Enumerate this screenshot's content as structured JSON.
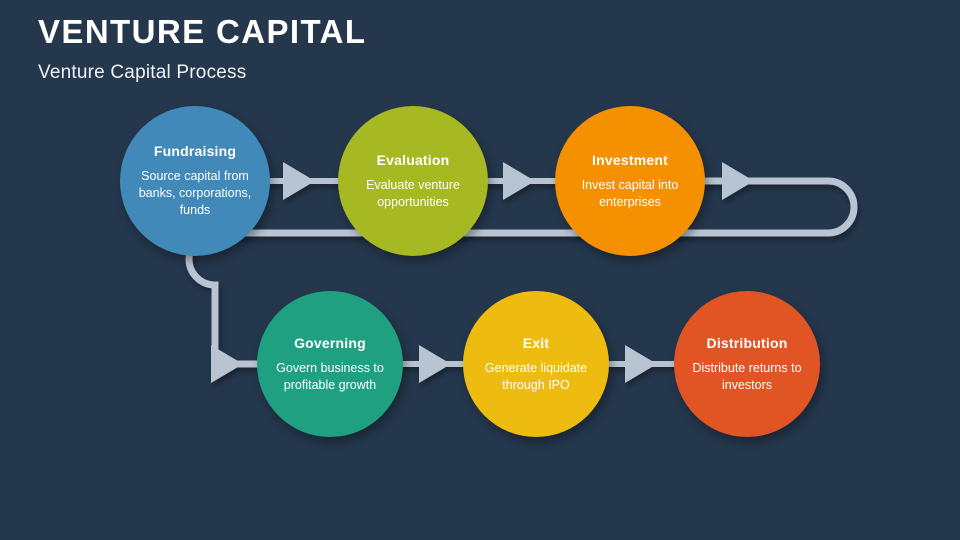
{
  "header": {
    "title": "VENTURE CAPITAL",
    "subtitle": "Venture Capital Process"
  },
  "theme": {
    "background": "#25374d",
    "title_color": "#ffffff",
    "connector_color": "#b8c4d2",
    "node_text_color": "#ffffff"
  },
  "diagram": {
    "type": "process-flow",
    "layout": "two-rows-snake",
    "nodes": [
      {
        "id": "fundraising",
        "step": 1,
        "title": "Fundraising",
        "description": "Source capital from banks, corporations, funds",
        "color": "#4189b8",
        "row": 1
      },
      {
        "id": "evaluation",
        "step": 2,
        "title": "Evaluation",
        "description": "Evaluate venture opportunities",
        "color": "#a6b822",
        "row": 1
      },
      {
        "id": "investment",
        "step": 3,
        "title": "Investment",
        "description": "Invest capital into enterprises",
        "color": "#f59100",
        "row": 1
      },
      {
        "id": "governing",
        "step": 4,
        "title": "Governing",
        "description": "Govern business to profitable growth",
        "color": "#1ea081",
        "row": 2
      },
      {
        "id": "exit",
        "step": 5,
        "title": "Exit",
        "description": "Generate liquidate through IPO",
        "color": "#eebb11",
        "row": 2
      },
      {
        "id": "distribution",
        "step": 6,
        "title": "Distribution",
        "description": "Distribute returns to investors",
        "color": "#e15424",
        "row": 2
      }
    ],
    "connectors": [
      {
        "id": "fundraising-to-evaluation",
        "kind": "straight-arrow-right"
      },
      {
        "id": "evaluation-to-investment",
        "kind": "straight-arrow-right"
      },
      {
        "id": "investment-to-wrap",
        "kind": "arrow-into-u-turn"
      },
      {
        "id": "wrap-to-governing",
        "kind": "u-turn-arrow-right"
      },
      {
        "id": "governing-to-exit",
        "kind": "straight-arrow-right"
      },
      {
        "id": "exit-to-distribution",
        "kind": "straight-arrow-right"
      }
    ]
  }
}
